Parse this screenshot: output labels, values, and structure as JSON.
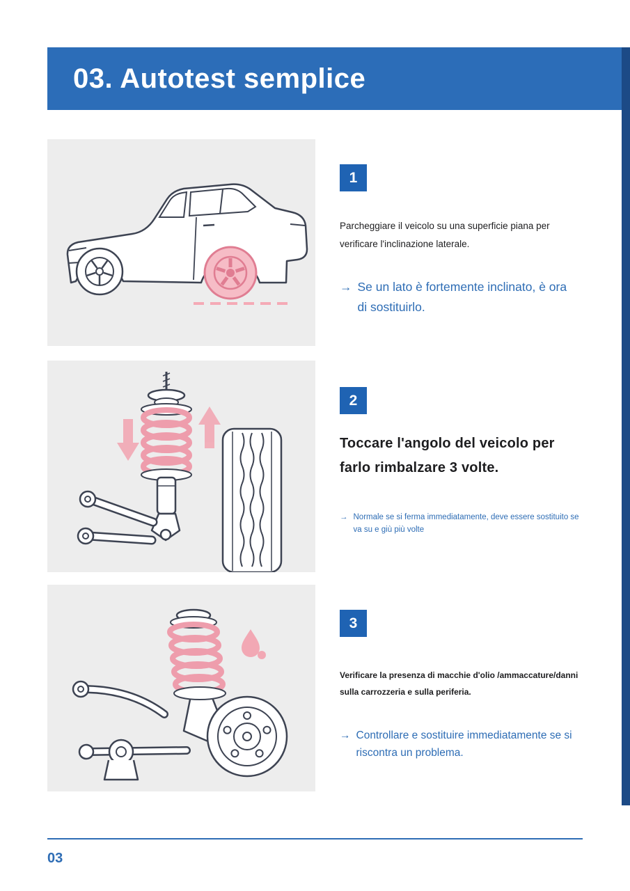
{
  "header": {
    "title": "03. Autotest semplice"
  },
  "footer": {
    "page_number": "03"
  },
  "colors": {
    "header_blue": "#2c6db8",
    "right_bar_blue": "#1c4a86",
    "badge_blue": "#1f63b3",
    "note_blue": "#2e6db5",
    "highlight_pink": "#f2a8b4",
    "highlight_pink_dark": "#e07d92",
    "line_art": "#3d4352",
    "panel_background": "#ededed"
  },
  "sections": [
    {
      "number": "1",
      "illustration": "car-side-view-tilt-check",
      "body": "Parcheggiare il veicolo su una superficie piana per verificare l'inclinazione laterale.",
      "note_arrow": "→",
      "note": "Se un lato è fortemente inclinato, è ora di sostituirlo."
    },
    {
      "number": "2",
      "illustration": "suspension-strut-bounce-test",
      "body": "Toccare l'angolo del veicolo per farlo rimbalzare 3 volte.",
      "note_arrow": "→",
      "note": "Normale se si ferma immediatamente, deve essere sostituito se va su e giù più volte"
    },
    {
      "number": "3",
      "illustration": "rear-suspension-oil-leak-check",
      "body": "Verificare la presenza di macchie d'olio /ammaccature/danni sulla carrozzeria e sulla periferia.",
      "note_arrow": "→",
      "note": "Controllare e sostituire immediatamente se si riscontra un problema."
    }
  ]
}
